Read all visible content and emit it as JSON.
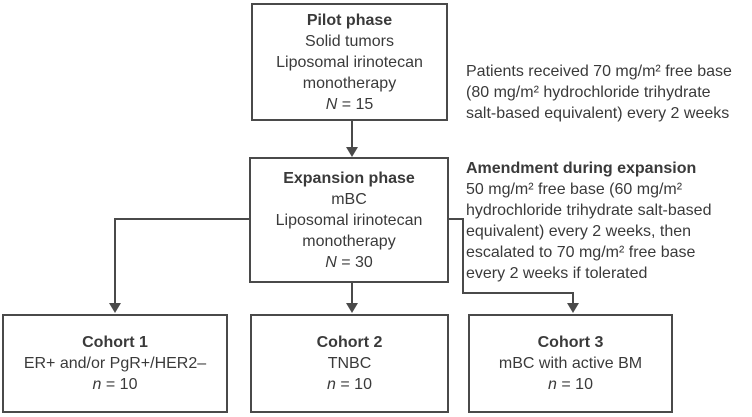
{
  "colors": {
    "line": "#4a4a4a",
    "text": "#3a3a3a"
  },
  "boxes": {
    "pilot": {
      "title": "Pilot phase",
      "lines": [
        "Solid tumors",
        "Liposomal irinotecan",
        "monotherapy"
      ],
      "n_label": "N",
      "n_value": " = 15"
    },
    "expansion": {
      "title": "Expansion phase",
      "lines": [
        "mBC",
        "Liposomal irinotecan",
        "monotherapy"
      ],
      "n_label": "N",
      "n_value": " = 30"
    },
    "cohort1": {
      "title": "Cohort 1",
      "subtitle": "ER+ and/or PgR+/HER2–",
      "n_label": "n",
      "n_value": " = 10"
    },
    "cohort2": {
      "title": "Cohort 2",
      "subtitle": "TNBC",
      "n_label": "n",
      "n_value": " = 10"
    },
    "cohort3": {
      "title": "Cohort 3",
      "subtitle": "mBC with active BM",
      "n_label": "n",
      "n_value": " = 10"
    }
  },
  "notes": {
    "pilot_dose": {
      "lines": [
        "Patients received 70 mg/m² free base",
        "(80 mg/m² hydrochloride trihydrate",
        "salt-based equivalent) every 2 weeks"
      ]
    },
    "amendment": {
      "title": "Amendment during expansion",
      "lines": [
        "50 mg/m² free base (60 mg/m²",
        "hydrochloride trihydrate salt-based",
        "equivalent) every 2 weeks, then",
        "escalated to 70 mg/m² free base",
        "every 2 weeks if tolerated"
      ]
    }
  }
}
